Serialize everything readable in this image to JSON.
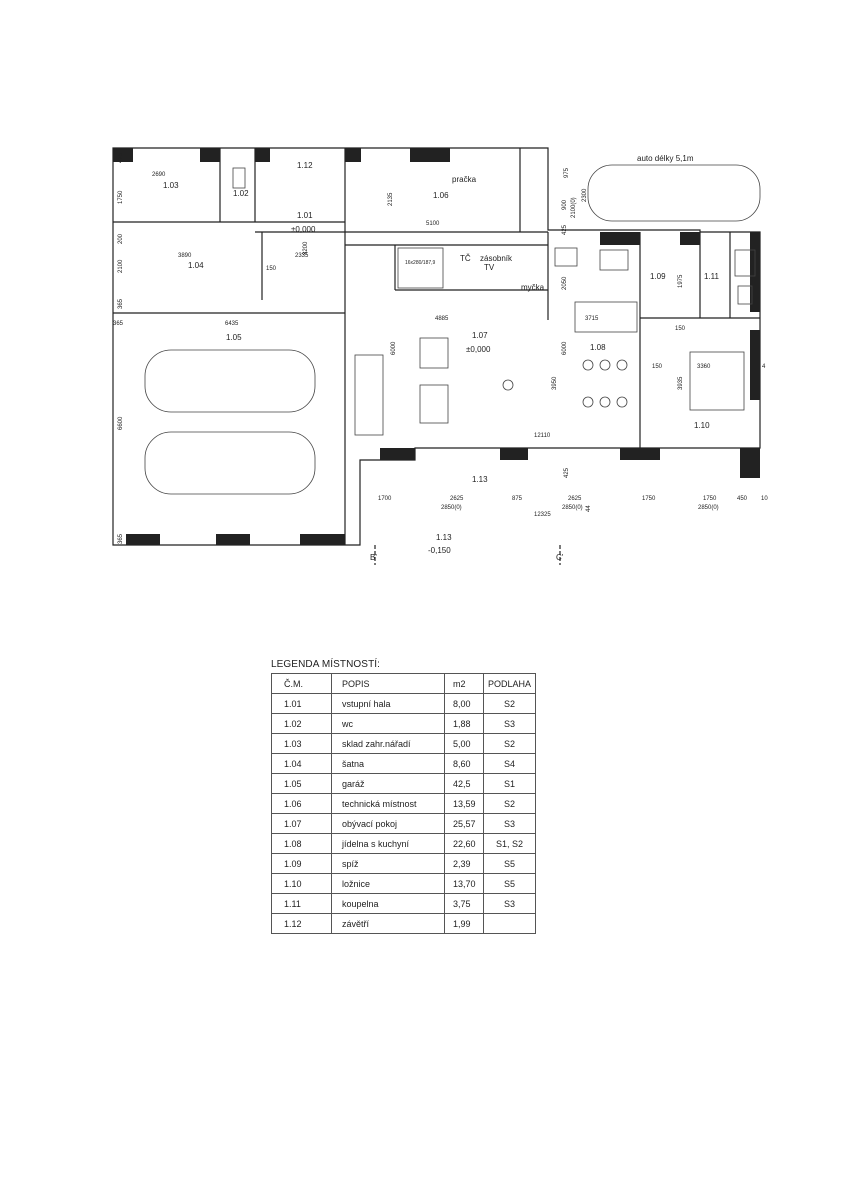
{
  "rooms": [
    {
      "code": "1.01",
      "level": "±0,000"
    },
    {
      "code": "1.02"
    },
    {
      "code": "1.03"
    },
    {
      "code": "1.04"
    },
    {
      "code": "1.05"
    },
    {
      "code": "1.06"
    },
    {
      "code": "1.07",
      "level": "±0,000"
    },
    {
      "code": "1.08"
    },
    {
      "code": "1.09"
    },
    {
      "code": "1.10"
    },
    {
      "code": "1.11"
    },
    {
      "code": "1.12"
    },
    {
      "code": "1.13"
    },
    {
      "code": "1.13",
      "level": "-0,150"
    }
  ],
  "annotations": {
    "car_note": "auto délky 5,1m",
    "pracka": "pračka",
    "tc": "TČ",
    "zasobnik": "zásobník",
    "tv": "TV",
    "mycka": "myčka",
    "stairs": "16x280/187,9"
  },
  "dimensions": {
    "d2690": "2690",
    "d6435": "6435",
    "d6600": "6600",
    "d3890": "3890",
    "d2335": "2335",
    "d5100": "5100",
    "d4885": "4885",
    "d3715": "3715",
    "d3360": "3360",
    "d12110": "12110",
    "d12325": "12325",
    "d1700": "1700",
    "d2625a": "2625",
    "d875": "875",
    "d2625b": "2625",
    "d1750a": "1750",
    "d1750b": "1750",
    "d450": "450",
    "d10": "10",
    "d2850a": "2850(0)",
    "d2850b": "2850(0)",
    "d2850c": "2850(0)",
    "d44": "44",
    "d2135": "2135",
    "d3200": "3200",
    "d2100": "2100",
    "d1750v": "1750",
    "d425a": "425",
    "d425b": "425",
    "d425c": "425",
    "d975": "975",
    "d2300": "2300",
    "d900": "900",
    "d2100b": "2100(0)",
    "d2050": "2050",
    "d1975": "1975",
    "d6000a": "6000",
    "d6000b": "6000",
    "d3950": "3950",
    "d3935": "3935",
    "d150a": "150",
    "d150b": "150",
    "d150c": "150",
    "d365a": "365",
    "d365b": "365",
    "d365c": "365",
    "d200": "200",
    "d4": "4"
  },
  "sections": {
    "b": "B'",
    "c": "C'"
  },
  "legend": {
    "title": "LEGENDA MÍSTNOSTÍ:",
    "headers": [
      "Č.M.",
      "POPIS",
      "m2",
      "PODLAHA"
    ],
    "rows": [
      [
        "1.01",
        "vstupní hala",
        "8,00",
        "S2"
      ],
      [
        "1.02",
        "wc",
        "1,88",
        "S3"
      ],
      [
        "1.03",
        "sklad zahr.nářadí",
        "5,00",
        "S2"
      ],
      [
        "1.04",
        "šatna",
        "8,60",
        "S4"
      ],
      [
        "1.05",
        "garáž",
        "42,5",
        "S1"
      ],
      [
        "1.06",
        "technická místnost",
        "13,59",
        "S2"
      ],
      [
        "1.07",
        "obývací pokoj",
        "25,57",
        "S3"
      ],
      [
        "1.08",
        "jídelna s kuchyní",
        "22,60",
        "S1, S2"
      ],
      [
        "1.09",
        "spíž",
        "2,39",
        "S5"
      ],
      [
        "1.10",
        "ložnice",
        "13,70",
        "S5"
      ],
      [
        "1.11",
        "koupelna",
        "3,75",
        "S3"
      ],
      [
        "1.12",
        "závětří",
        "1,99",
        ""
      ]
    ]
  }
}
